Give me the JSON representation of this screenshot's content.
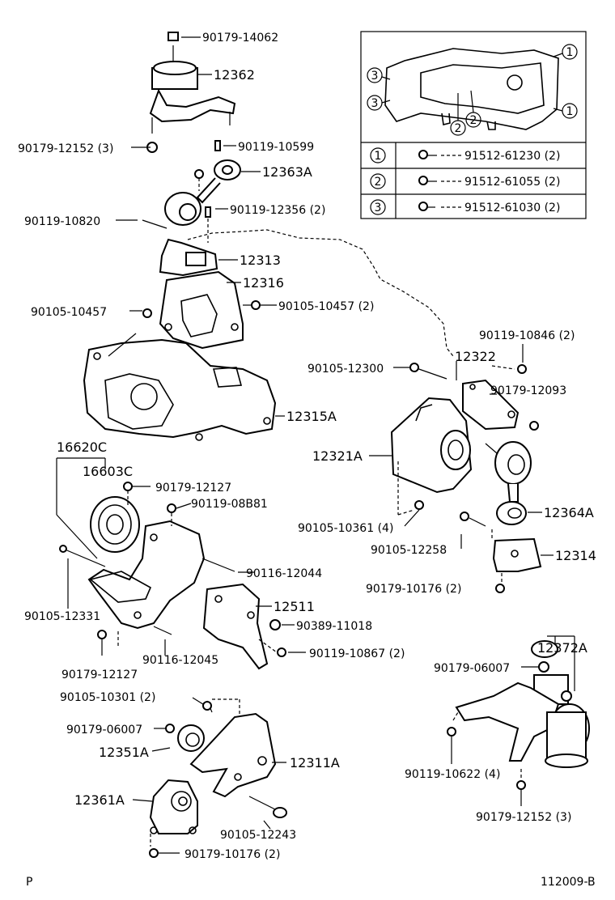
{
  "labels": {
    "p90179_14062": "90179-14062",
    "p12362": "12362",
    "p90179_12152_3_top": "90179-12152 (3)",
    "p90119_10599": "90119-10599",
    "p12363A": "12363A",
    "p90119_10820": "90119-10820",
    "p90119_12356_2": "90119-12356 (2)",
    "p12313": "12313",
    "p12316": "12316",
    "p90105_10457": "90105-10457",
    "p90105_10457_2": "90105-10457 (2)",
    "p12315A": "12315A",
    "p90119_10846_2": "90119-10846 (2)",
    "p90105_12300": "90105-12300",
    "p12322": "12322",
    "p90179_12093": "90179-12093",
    "p12321A": "12321A",
    "p16620C": "16620C",
    "p16603C": "16603C",
    "p90179_12127_a": "90179-12127",
    "p90119_08B81": "90119-08B81",
    "p90105_10361_4": "90105-10361 (4)",
    "p12364A": "12364A",
    "p90105_12258": "90105-12258",
    "p12314": "12314",
    "p90116_12044": "90116-12044",
    "p90105_12331": "90105-12331",
    "p90179_10176_2_right": "90179-10176 (2)",
    "p12511": "12511",
    "p90389_11018": "90389-11018",
    "p12372A": "12372A",
    "p90119_10867_2": "90119-10867 (2)",
    "p90116_12045": "90116-12045",
    "p90179_12127_b": "90179-12127",
    "p90179_06007_right": "90179-06007",
    "p90105_10301_2": "90105-10301 (2)",
    "p90179_06007_left": "90179-06007",
    "p12351A": "12351A",
    "p12311A": "12311A",
    "p90119_10622_4": "90119-10622 (4)",
    "p12361A": "12361A",
    "p90105_12243": "90105-12243",
    "p90179_12152_3_bottom": "90179-12152 (3)",
    "p90179_10176_2_bottom": "90179-10176 (2)"
  },
  "inset": {
    "callouts": [
      "1",
      "1",
      "3",
      "3",
      "2",
      "2"
    ],
    "table": [
      {
        "key": "1",
        "part": "91512-61230 (2)"
      },
      {
        "key": "2",
        "part": "91512-61055 (2)"
      },
      {
        "key": "3",
        "part": "91512-61030 (2)"
      }
    ]
  },
  "footer": {
    "left": "P",
    "right": "112009-B"
  }
}
